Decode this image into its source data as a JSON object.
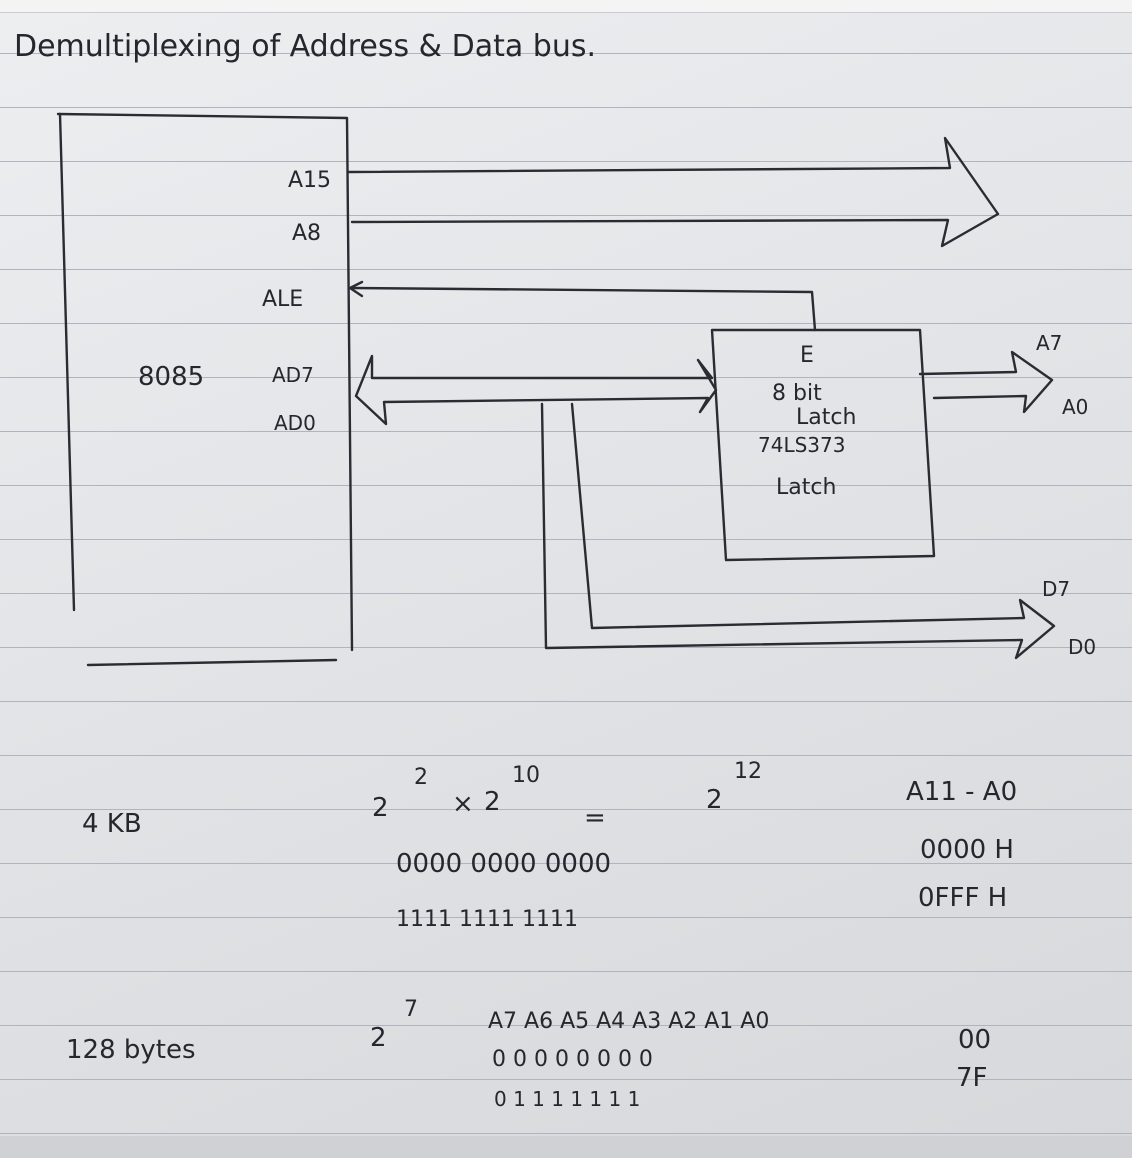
{
  "title": "Demultiplexing of Address & Data bus.",
  "cpu": {
    "name": "8085",
    "pins": {
      "a15": "A15",
      "a8": "A8",
      "ale": "ALE",
      "ad7": "AD7",
      "ad0": "AD0"
    }
  },
  "latch": {
    "enable": "E",
    "line1": "8 bit",
    "line2": "Latch",
    "line3": "74LS373",
    "line4": "Latch"
  },
  "outputs": {
    "a7": "A7",
    "a0": "A0",
    "d7": "D7",
    "d0": "D0"
  },
  "calc_4kb": {
    "label": "4 KB",
    "base1": "2",
    "exp1": "2",
    "times": "×",
    "base2": "2",
    "exp2": "10",
    "equals": "=",
    "base3": "2",
    "exp3": "12",
    "range_label": "A11 - A0",
    "zeros": "0000  0000 0000",
    "ones": "1111  1111 1111",
    "start": "0000 H",
    "end": "0FFF H"
  },
  "calc_128": {
    "label": "128 bytes",
    "base": "2",
    "exp": "7",
    "bits": "A7 A6 A5 A4 A3 A2 A1 A0",
    "zeros": "0  0  0  0  0  0  0  0",
    "ones": "0  1  1  1  1  1  1  1",
    "start": "00",
    "end": "7F"
  }
}
